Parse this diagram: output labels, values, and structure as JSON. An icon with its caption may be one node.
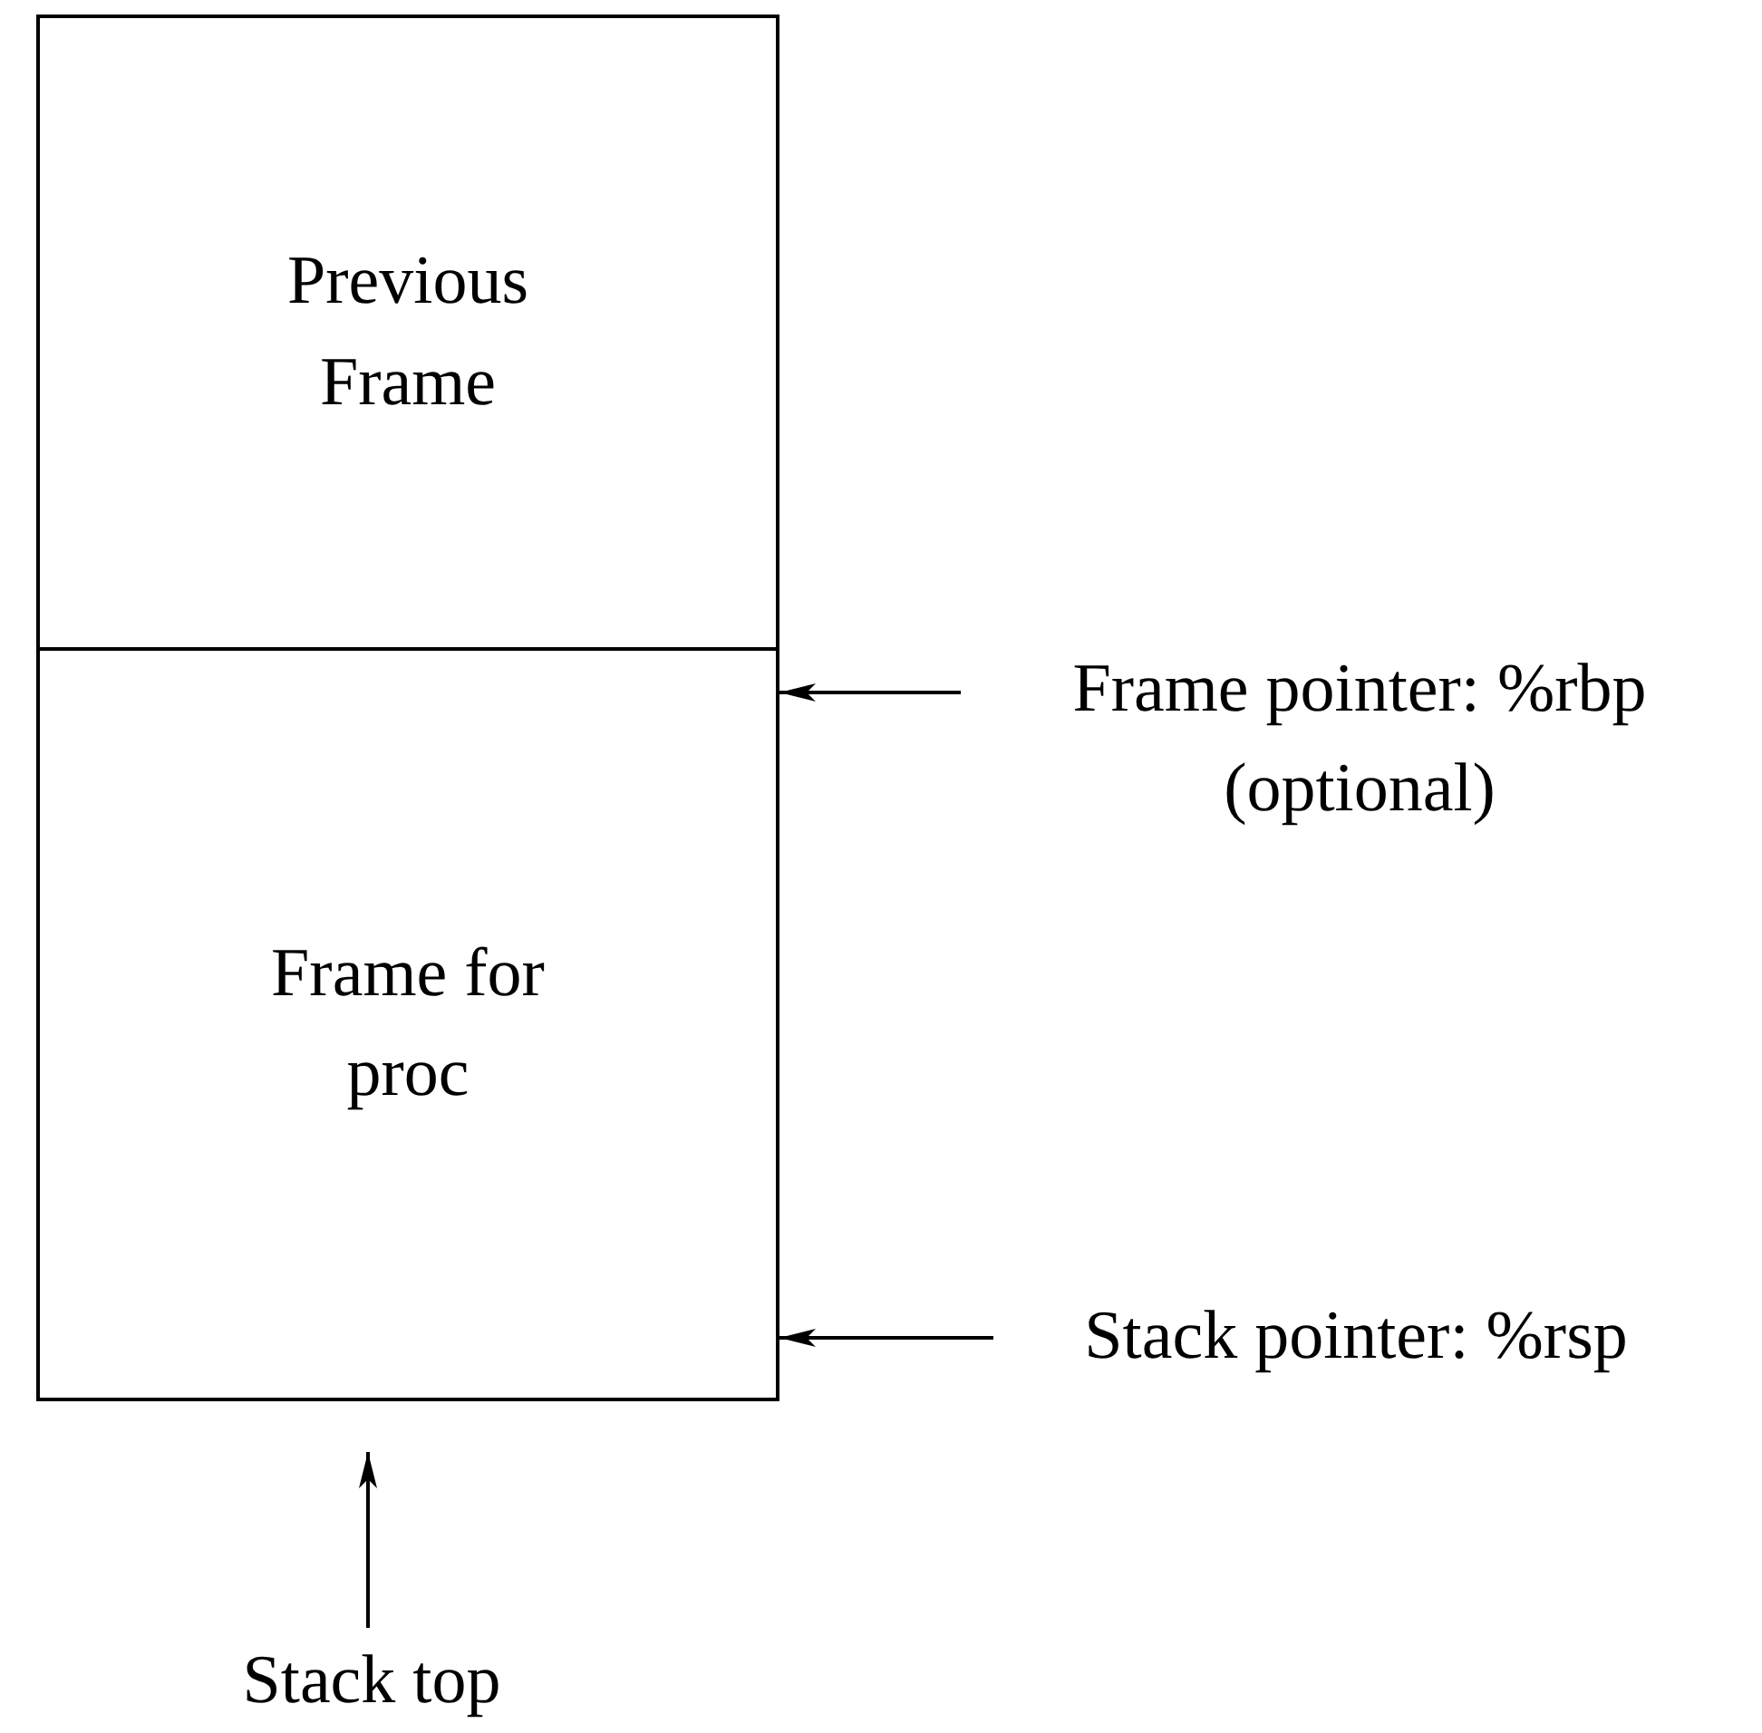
{
  "diagram": {
    "nodes": [
      {
        "text": [
          "Previous Frame"
        ]
      },
      {
        "text": [
          "Frame for proc"
        ]
      },
      {
        "text": [
          "Frame pointer: %rbp (optional)"
        ]
      },
      {
        "text": [
          "Stack pointer: %rsp"
        ]
      },
      {
        "text": [
          "Stack top"
        ]
      }
    ],
    "edges": [
      {
        "from": 2,
        "to": 1,
        "arrow": "to"
      },
      {
        "from": 3,
        "to": 1,
        "arrow": "to"
      },
      {
        "from": 4,
        "to": 1,
        "arrow": "to"
      }
    ]
  }
}
